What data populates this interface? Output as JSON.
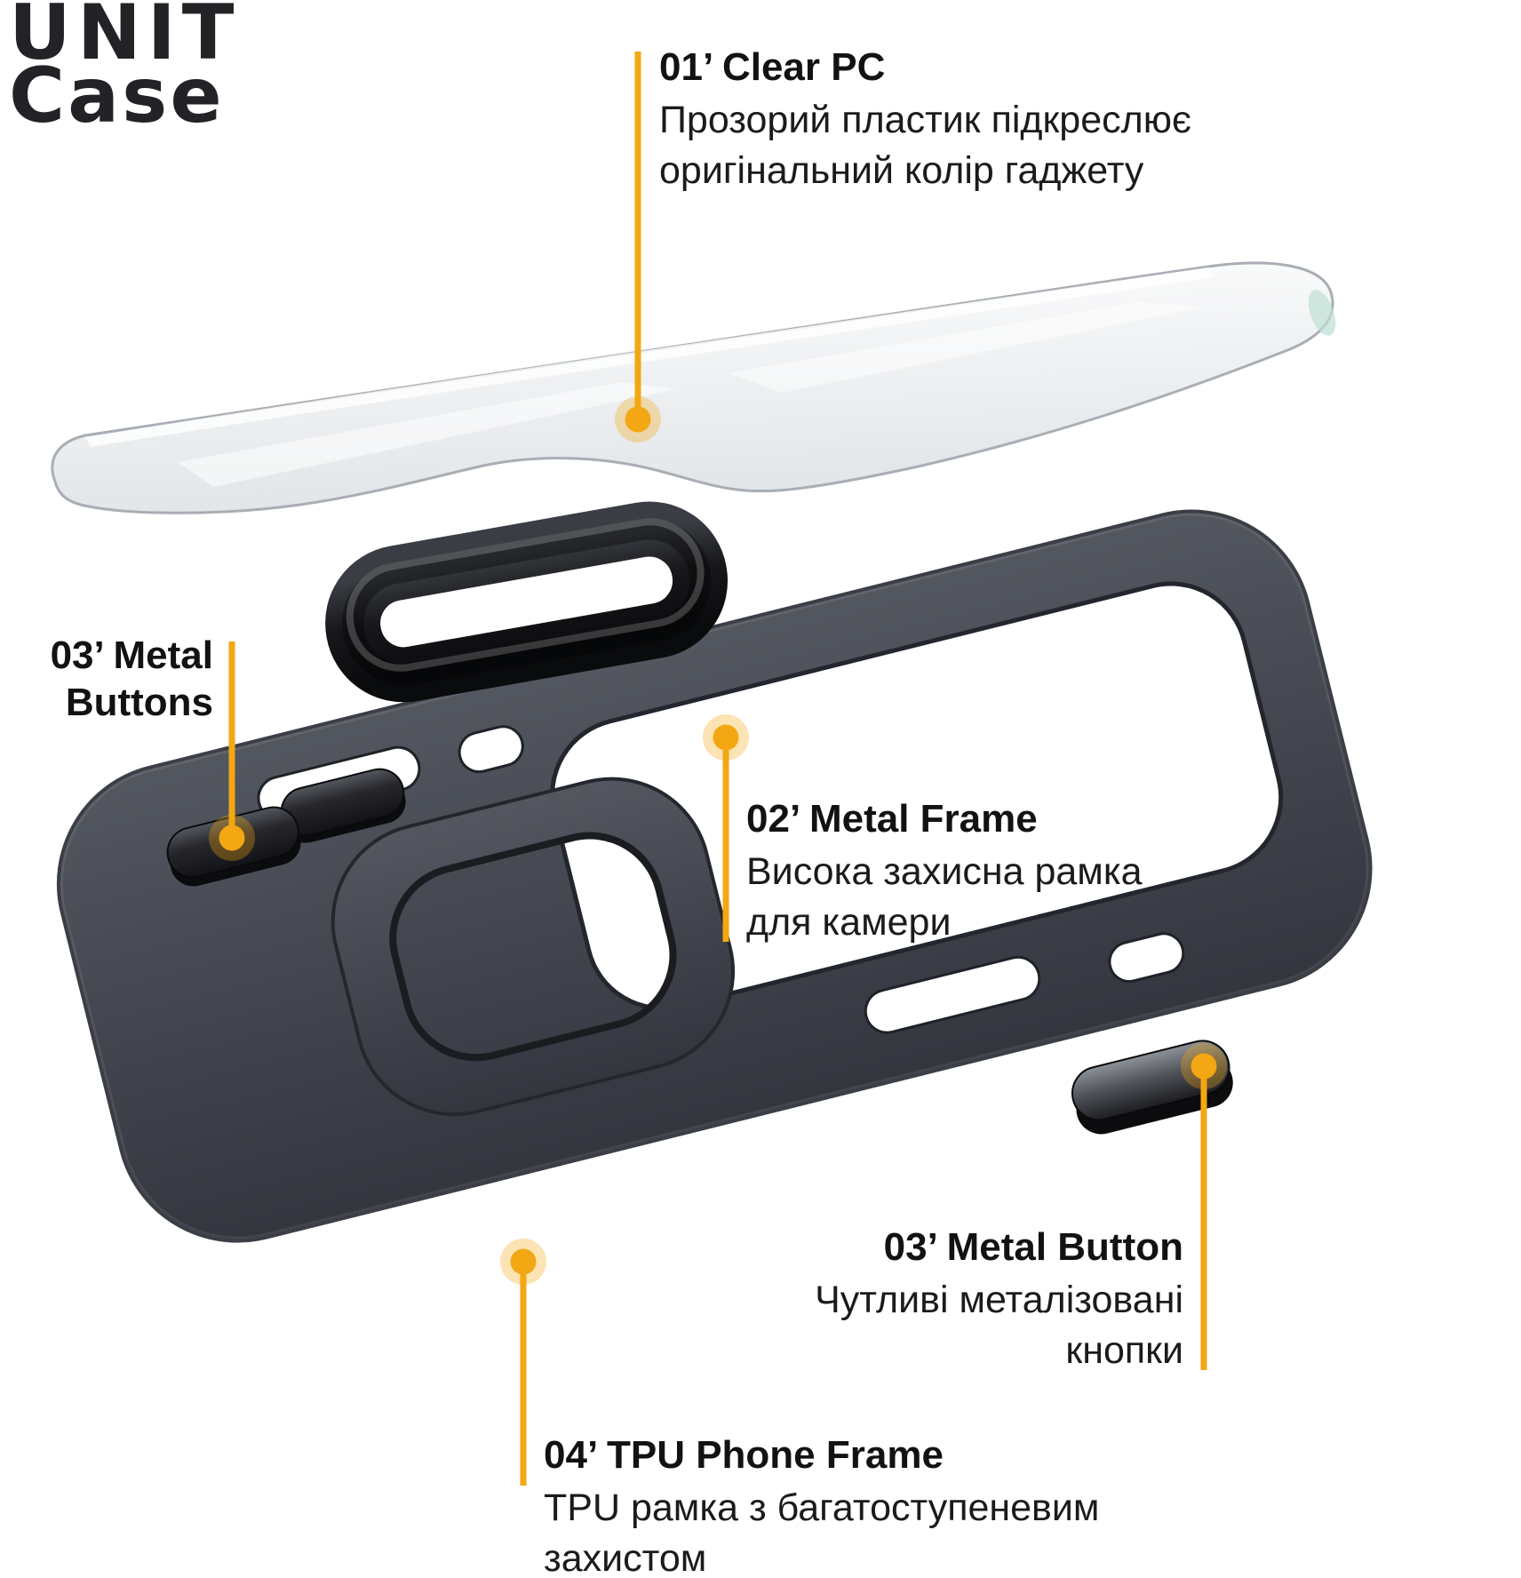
{
  "colors": {
    "accent": "#F3A712",
    "accent_halo": "rgba(243,167,18,0.32)",
    "case_dark": "#3a3d46",
    "text": "#161616"
  },
  "logo": {
    "top": "UNIT",
    "bottom": "Case"
  },
  "callouts": [
    {
      "id": "clear-pc",
      "title": "01’ Clear PC",
      "description": "Прозорий пластик підкреслює оригінальний колір гаджету"
    },
    {
      "id": "metal-buttons",
      "title": "03’ Metal Buttons",
      "description": ""
    },
    {
      "id": "metal-frame",
      "title": "02’ Metal Frame",
      "description": "Висока захисна рамка для камери"
    },
    {
      "id": "metal-button",
      "title": "03’ Metal Button",
      "description": "Чутливі металізовані кнопки"
    },
    {
      "id": "tpu-frame",
      "title": "04’ TPU Phone Frame",
      "description": "TPU рамка з багатоступеневим захистом"
    }
  ]
}
